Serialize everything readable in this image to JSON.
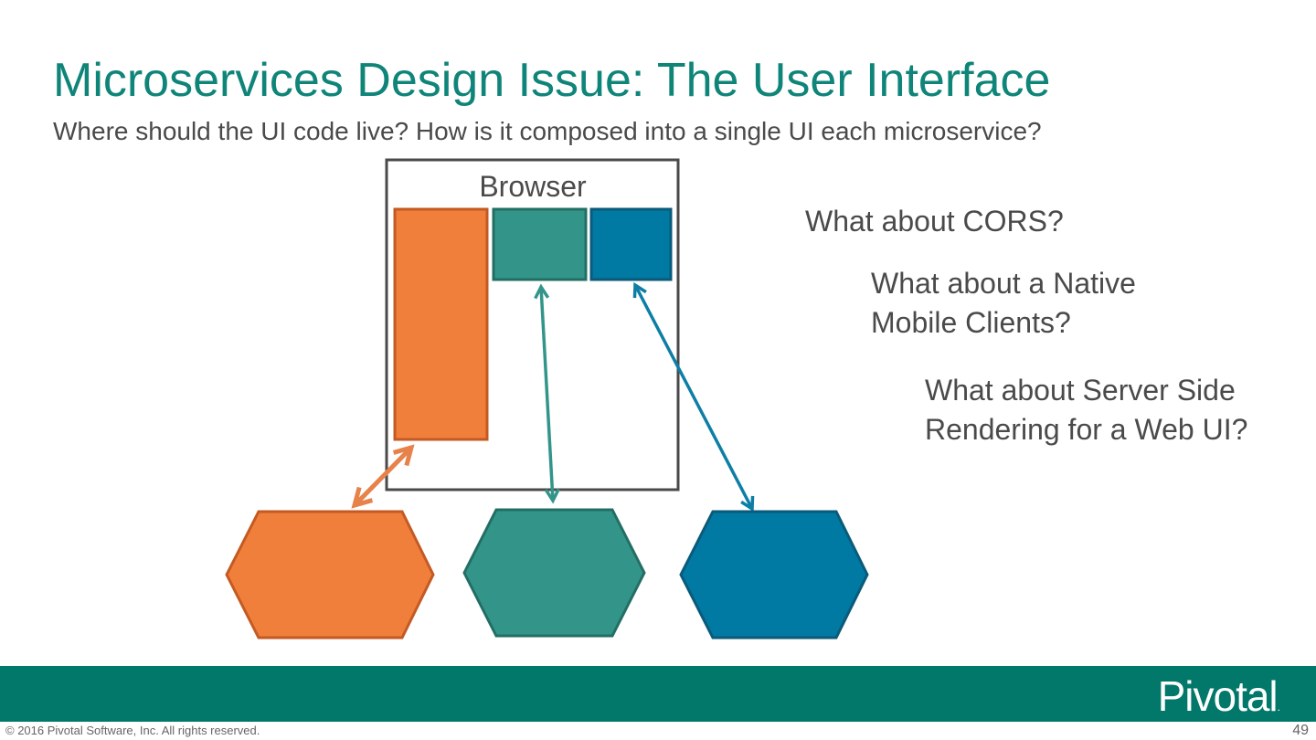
{
  "slide": {
    "title": "Microservices Design Issue: The User Interface",
    "subtitle": "Where should the UI code live? How is it composed into a single UI each microservice?",
    "page_number": "49"
  },
  "diagram": {
    "browser_label": "Browser",
    "colors": {
      "orange": "#f07f3c",
      "teal": "#33958a",
      "blue": "#0079a3"
    }
  },
  "questions": [
    {
      "lines": [
        "What about CORS?"
      ]
    },
    {
      "lines": [
        "What about a Native",
        "Mobile Clients?"
      ]
    },
    {
      "lines": [
        "What about Server Side",
        "Rendering for a Web UI?"
      ]
    }
  ],
  "footer": {
    "logo": "Pivotal",
    "logo_mark": ".",
    "copyright": "© 2016 Pivotal Software, Inc.  All rights reserved."
  }
}
